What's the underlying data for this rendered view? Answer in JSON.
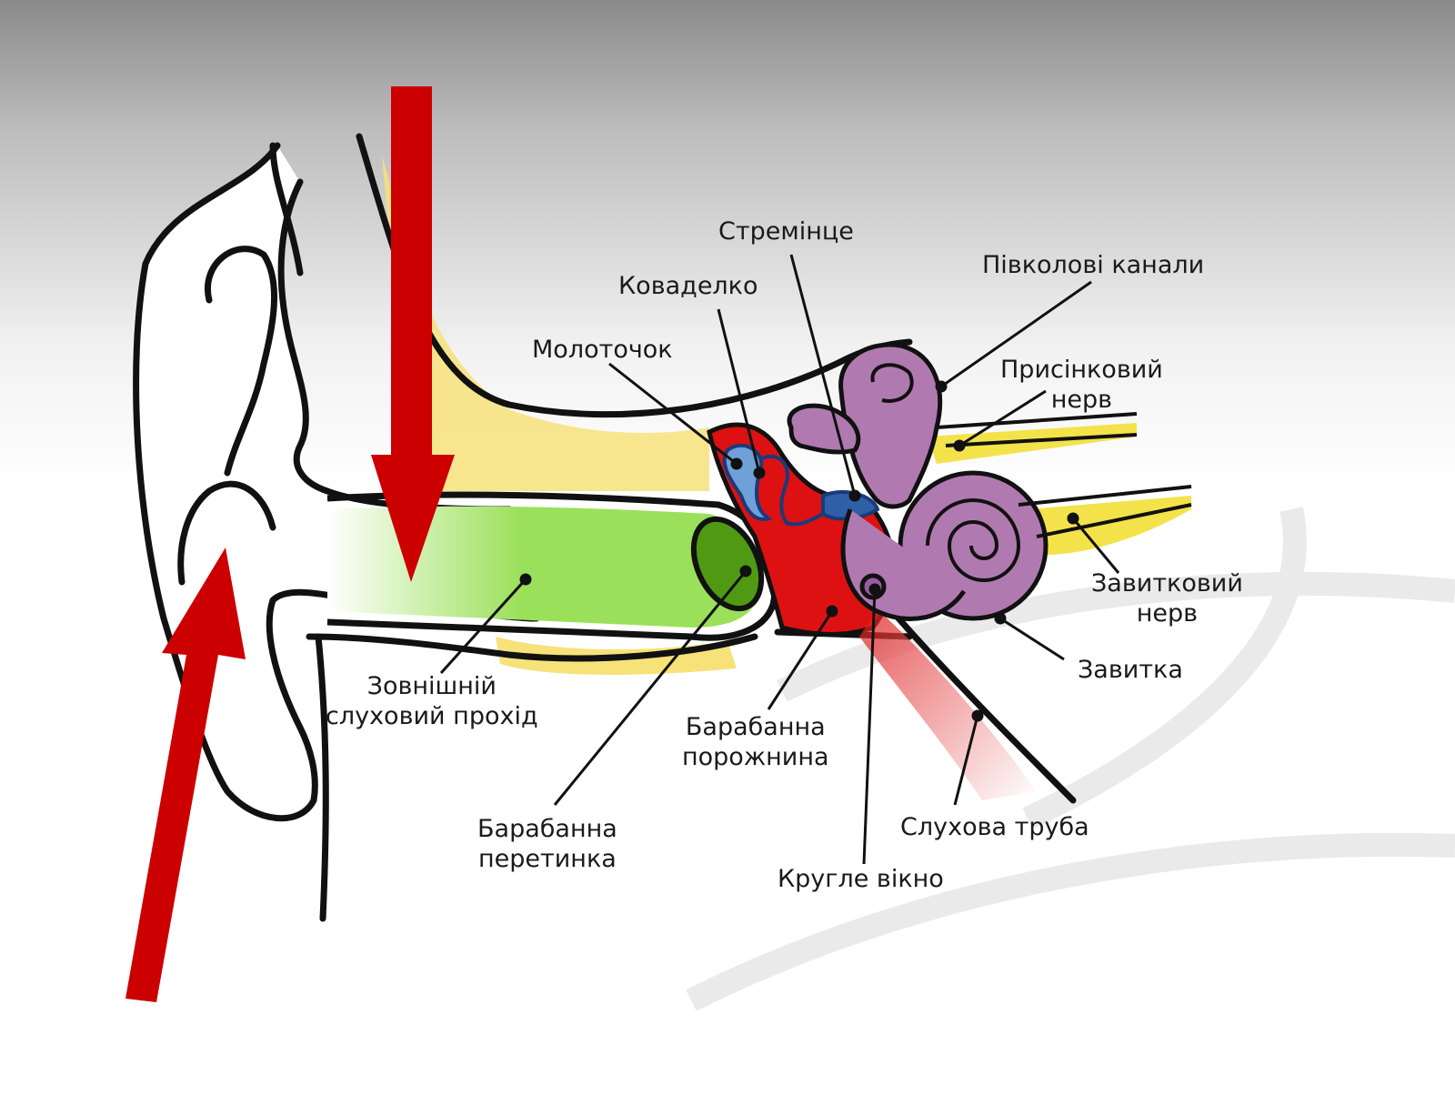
{
  "labels": {
    "stapes": "Стремінце",
    "incus": "Коваделко",
    "malleus": "Молоточок",
    "semicircular": "Півколові канали",
    "vestibular": [
      "Присінковий",
      "нерв"
    ],
    "cochlear_nerve": [
      "Завитковий",
      "нерв"
    ],
    "cochlea": "Завитка",
    "ear_canal": [
      "Зовнішній",
      "слуховий прохід"
    ],
    "tympanic_cavity": [
      "Барабанна",
      "порожнина"
    ],
    "eardrum": [
      "Барабанна",
      "перетинка"
    ],
    "eustachian": "Слухова труба",
    "round_window": "Кругле вікно"
  },
  "colors": {
    "arrow": "#cc0000",
    "canal": "#9be05a",
    "eardrum": "#4f9a12",
    "fat": "#f7e27a",
    "middle_ear": "#dd1111",
    "ossicles": "#6fa0d8",
    "inner_ear": "#b07ab0",
    "nerve": "#f4e24a"
  }
}
